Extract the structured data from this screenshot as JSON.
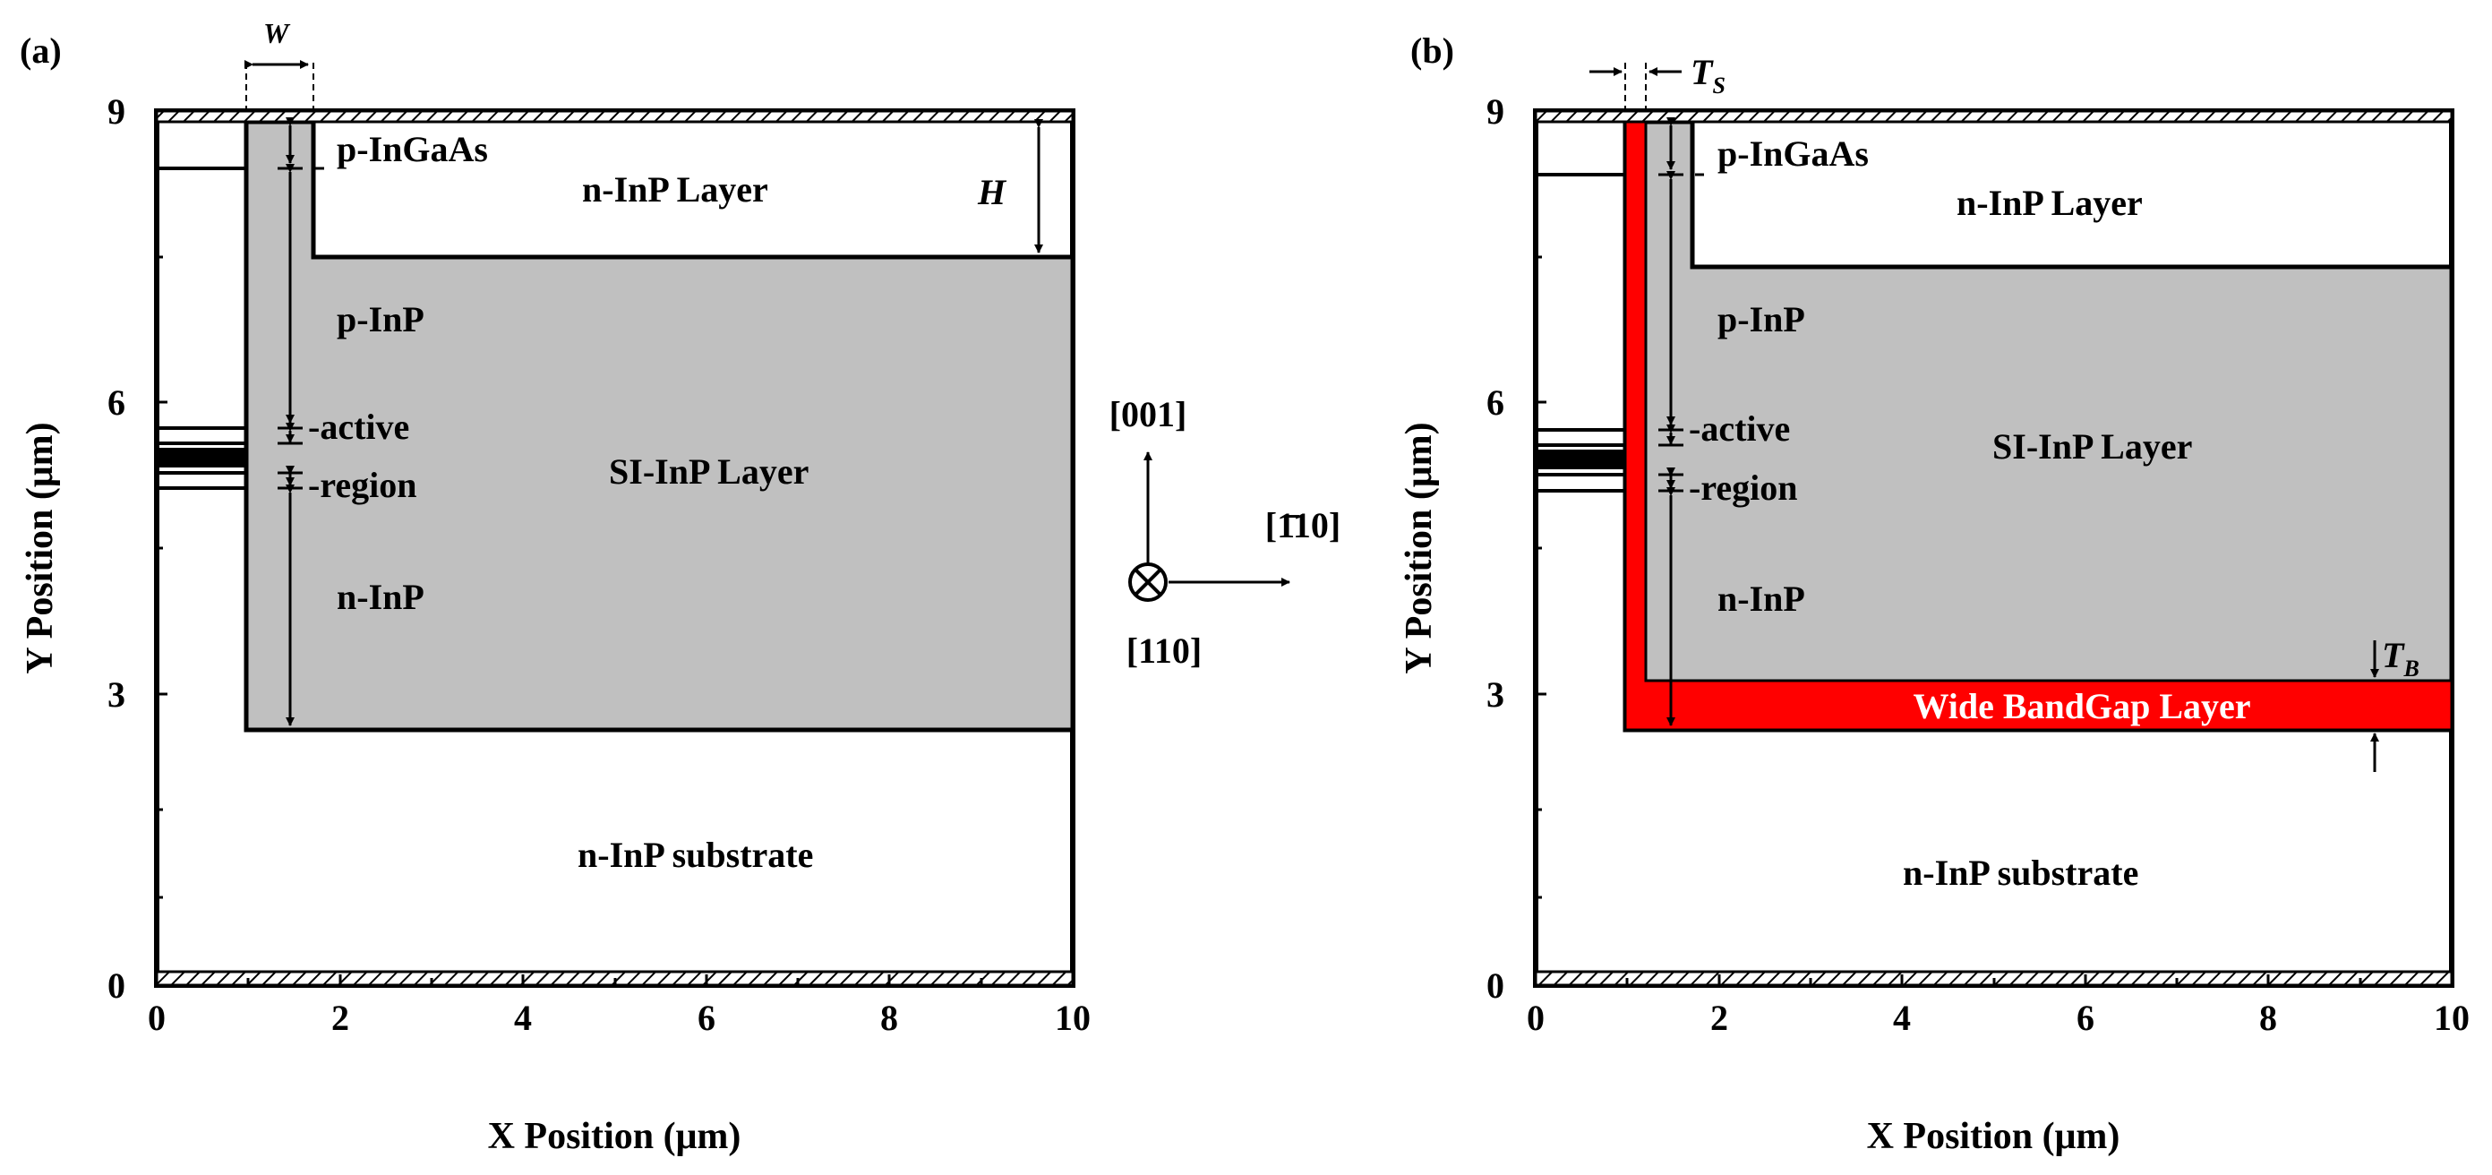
{
  "figure": {
    "panels": [
      {
        "id": "a",
        "tag": "(a)",
        "x_axis": {
          "label": "X Position (μm)",
          "ticks": [
            "0",
            "2",
            "4",
            "6",
            "8",
            "10"
          ]
        },
        "y_axis": {
          "label": "Y Position (μm)",
          "ticks": [
            "0",
            "3",
            "6",
            "9"
          ]
        },
        "regions": {
          "n_inp_layer": "n-InP Layer",
          "p_ingaas": "p-InGaAs",
          "p_inp": "p-InP",
          "active_1": "-active",
          "active_2": "-region",
          "si_inp_layer": "SI-InP Layer",
          "n_inp": "n-InP",
          "substrate": "n-InP substrate"
        },
        "dimensions": {
          "width": "W",
          "height": "H"
        }
      },
      {
        "id": "b",
        "tag": "(b)",
        "x_axis": {
          "label": "X Position (μm)",
          "ticks": [
            "0",
            "2",
            "4",
            "6",
            "8",
            "10"
          ]
        },
        "y_axis": {
          "label": "Y Position (μm)",
          "ticks": [
            "0",
            "3",
            "6",
            "9"
          ]
        },
        "regions": {
          "n_inp_layer": "n-InP Layer",
          "p_ingaas": "p-InGaAs",
          "p_inp": "p-InP",
          "active_1": "-active",
          "active_2": "-region",
          "si_inp_layer": "SI-InP Layer",
          "n_inp": "n-InP",
          "wide_bandgap": "Wide BandGap Layer",
          "substrate": "n-InP substrate"
        },
        "dimensions": {
          "side_thickness": "T",
          "side_thickness_sub": "S",
          "bottom_thickness": "T",
          "bottom_thickness_sub": "B"
        }
      }
    ],
    "axes_legend": {
      "up": "[001]",
      "right": "[1̄10]",
      "into": "[110]"
    },
    "colors": {
      "si_layer_fill": "#c0c0c0",
      "wide_bandgap_fill": "#ff0000",
      "outline": "#000000",
      "background": "#ffffff"
    }
  }
}
